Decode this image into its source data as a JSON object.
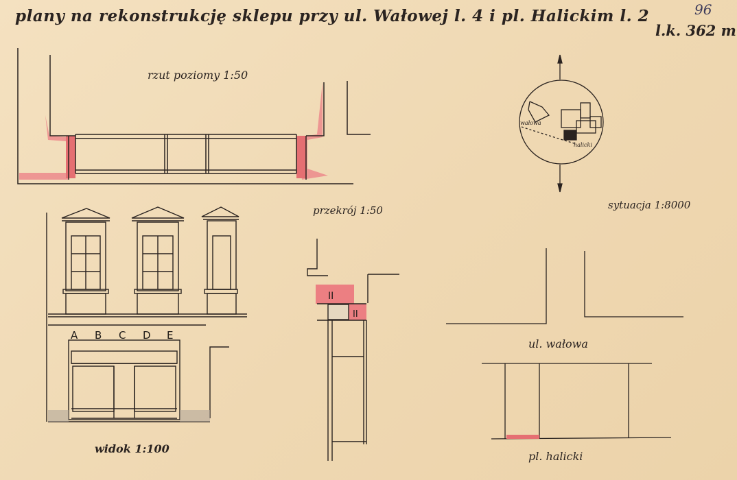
{
  "title": "plany na rekonstrukcję sklepu przy ul. Wałowej l. 4 i pl. Halickim l. 2",
  "file_ref": "96",
  "file_number": "l.k. 362 m",
  "plan": {
    "label": "rzut poziomy 1:50"
  },
  "section": {
    "label": "przekrój 1:50",
    "tags": [
      "II",
      "II"
    ]
  },
  "situation": {
    "label": "sytuacja 1:8000",
    "map_labels": [
      "wałowa",
      "halicki"
    ]
  },
  "elevation": {
    "label": "widok 1:100",
    "sign_letters": [
      "A",
      "B",
      "C",
      "D",
      "E"
    ]
  },
  "streets": {
    "top": "ul. wałowa",
    "bottom": "pl. halicki"
  },
  "colors": {
    "paper": "#f1dcb8",
    "ink": "#2a2320",
    "wall_red": "#e8787a"
  }
}
